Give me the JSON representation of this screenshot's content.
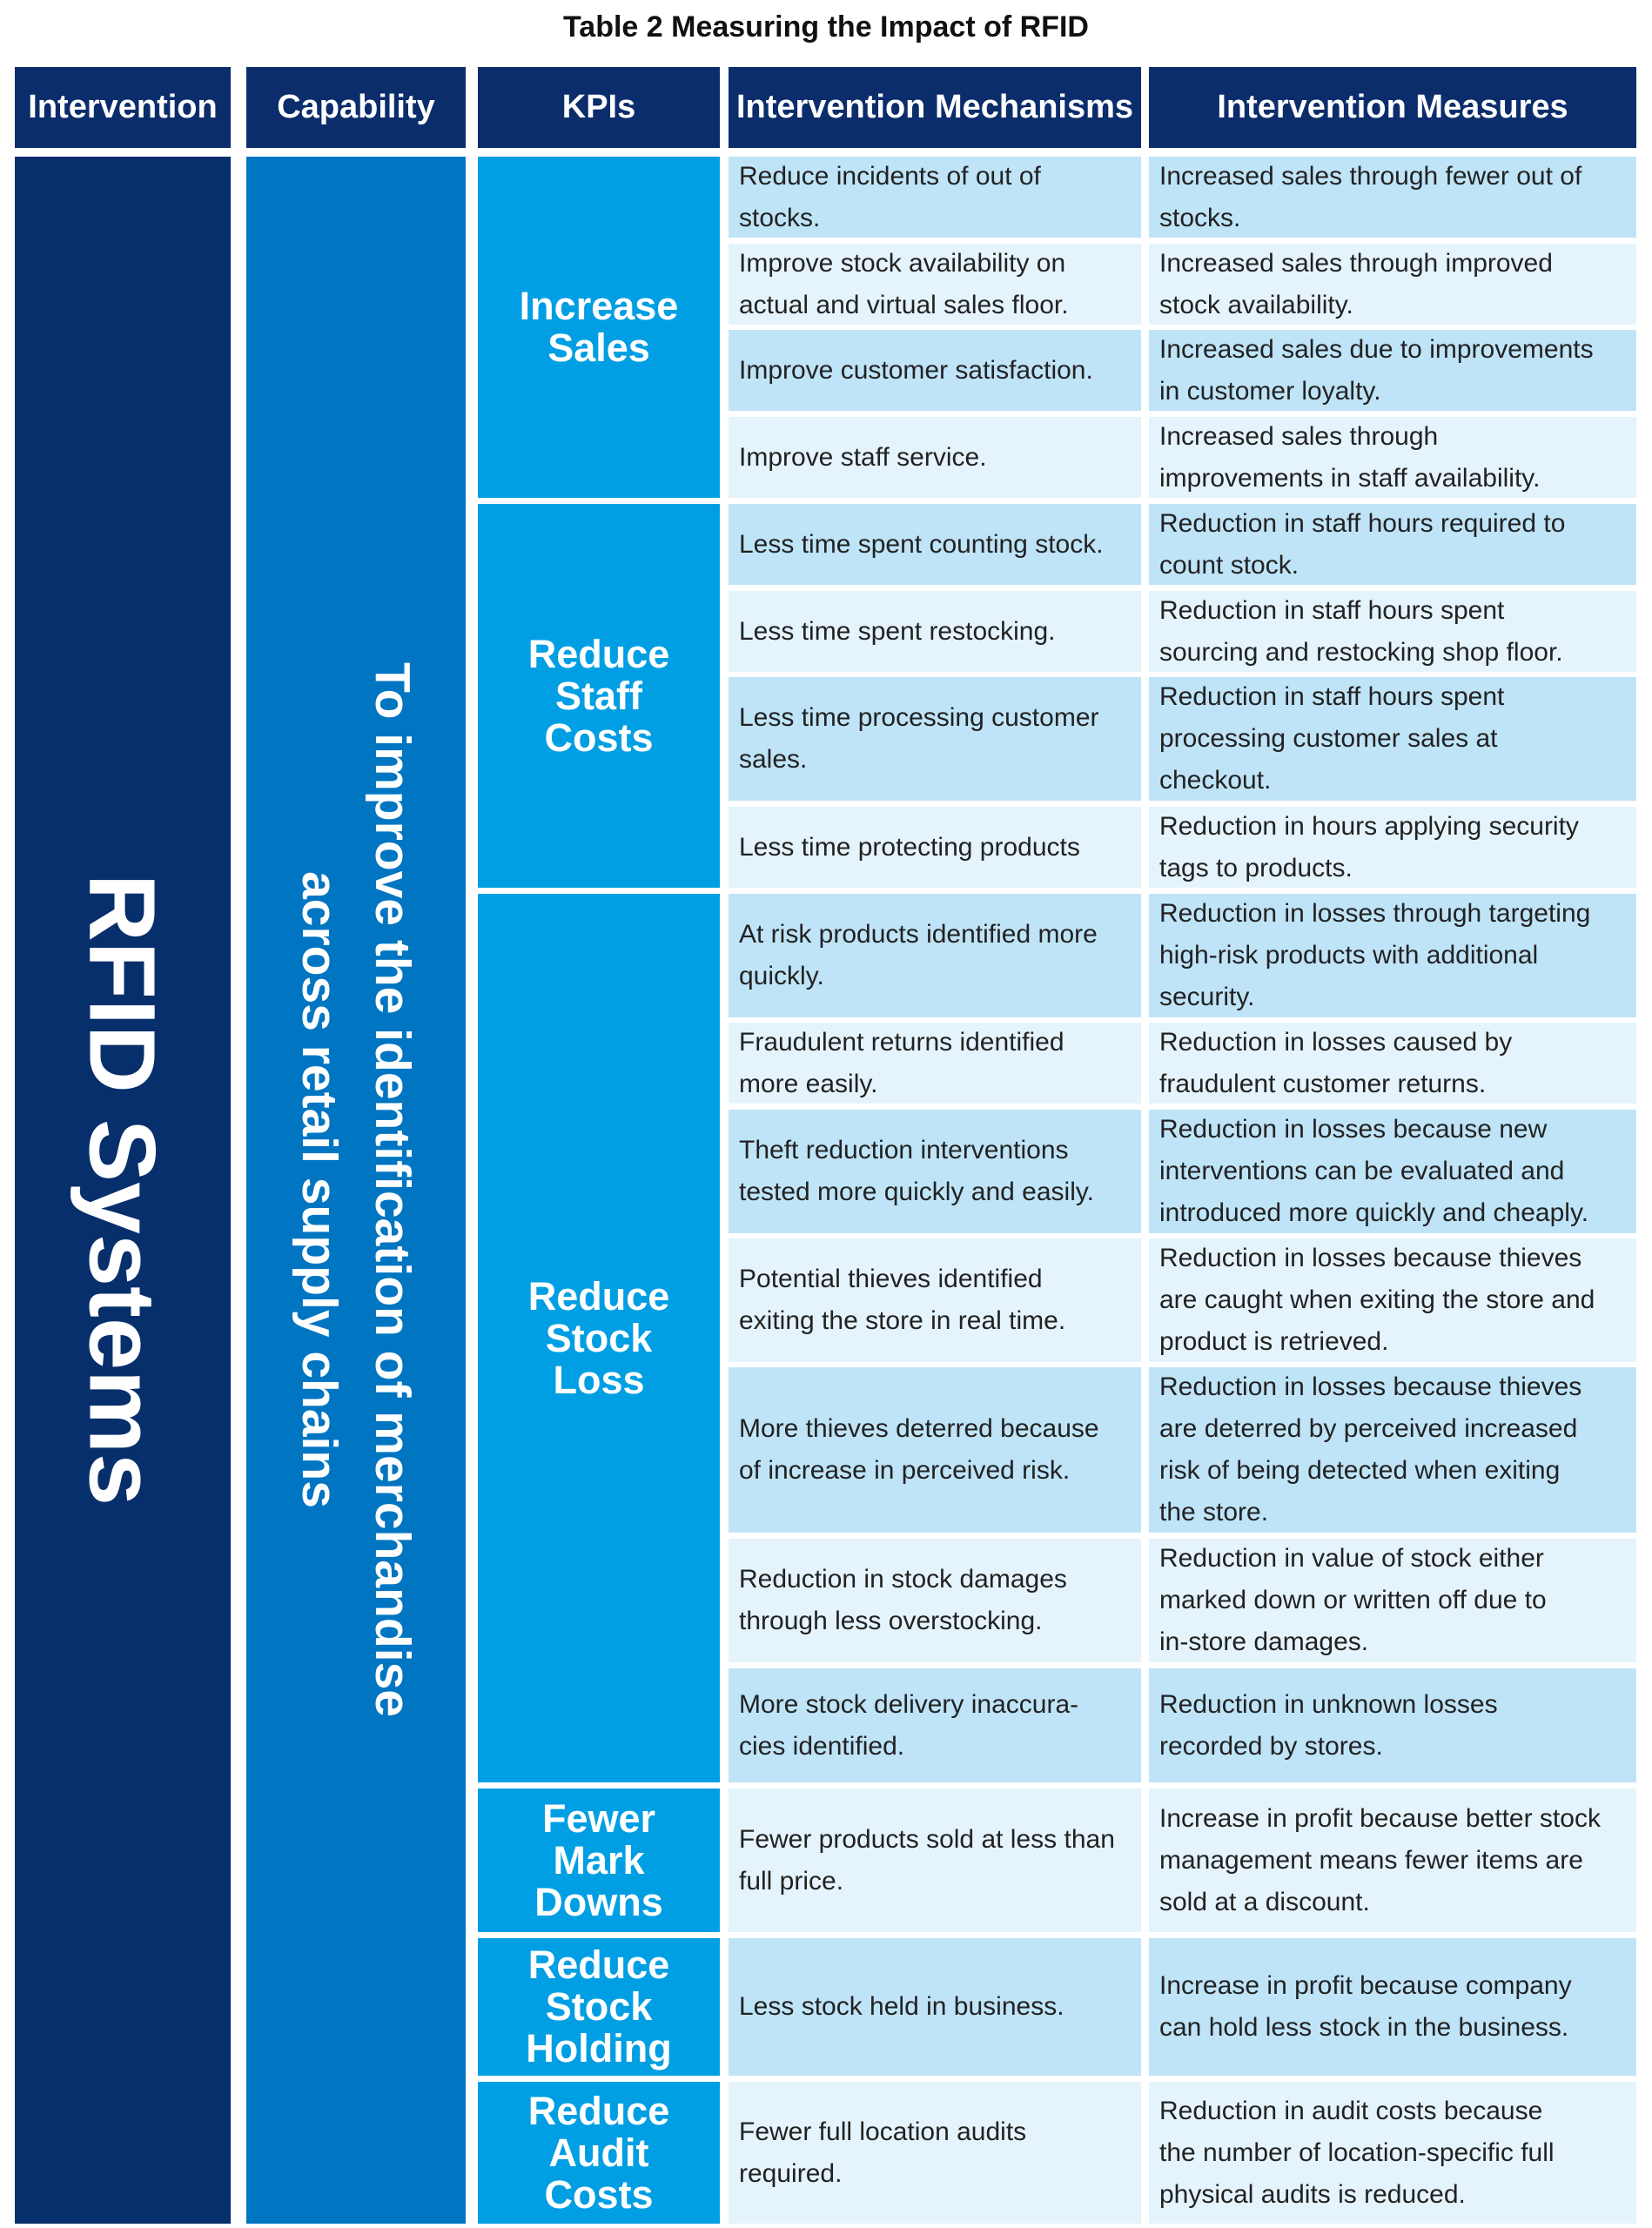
{
  "title": "Table 2 Measuring the Impact of RFID",
  "headers": [
    "Intervention",
    "Capability",
    "KPIs",
    "Intervention Mechanisms",
    "Intervention Measures"
  ],
  "intervention": "RFID Systems",
  "capability": [
    "To improve the identification of merchandise",
    "across retail supply chains"
  ],
  "kpis": [
    {
      "label": [
        "Increase",
        "Sales"
      ]
    },
    {
      "label": [
        "Reduce",
        "Staff",
        "Costs"
      ]
    },
    {
      "label": [
        "Reduce",
        "Stock",
        "Loss"
      ]
    },
    {
      "label": [
        "Fewer",
        "Mark",
        "Downs"
      ]
    },
    {
      "label": [
        "Reduce",
        "Stock",
        "Holding"
      ]
    },
    {
      "label": [
        "Reduce",
        "Audit",
        "Costs"
      ]
    }
  ],
  "rows": [
    {
      "mechanism": [
        "Reduce incidents of out of",
        "stocks."
      ],
      "measure": [
        "Increased sales through fewer out of",
        "stocks."
      ]
    },
    {
      "mechanism": [
        "Improve stock availability on",
        "actual and virtual sales floor."
      ],
      "measure": [
        "Increased sales through improved",
        "stock availability."
      ]
    },
    {
      "mechanism": [
        "Improve customer satisfaction."
      ],
      "measure": [
        "Increased sales due to improvements",
        "in customer loyalty."
      ]
    },
    {
      "mechanism": [
        "Improve staff service."
      ],
      "measure": [
        "Increased sales through",
        "improvements in staff availability."
      ]
    },
    {
      "mechanism": [
        "Less time spent counting stock."
      ],
      "measure": [
        "Reduction in staff hours required to",
        "count stock."
      ]
    },
    {
      "mechanism": [
        "Less time spent restocking."
      ],
      "measure": [
        "Reduction in staff hours spent",
        "sourcing and restocking shop floor."
      ]
    },
    {
      "mechanism": [
        "Less time processing customer",
        "sales."
      ],
      "measure": [
        "Reduction in staff hours spent",
        "processing customer sales at",
        "checkout."
      ]
    },
    {
      "mechanism": [
        "Less time protecting products"
      ],
      "measure": [
        "Reduction in hours applying security",
        "tags to products."
      ]
    },
    {
      "mechanism": [
        "At risk products identified more",
        "quickly."
      ],
      "measure": [
        "Reduction in losses through targeting",
        "high-risk products with additional",
        "security."
      ]
    },
    {
      "mechanism": [
        "Fraudulent returns identified",
        "more easily."
      ],
      "measure": [
        "Reduction in losses caused by",
        "fraudulent customer returns."
      ]
    },
    {
      "mechanism": [
        "Theft reduction interventions",
        "tested more quickly and easily."
      ],
      "measure": [
        "Reduction in losses because new",
        "interventions can be evaluated and",
        "introduced more quickly and cheaply."
      ]
    },
    {
      "mechanism": [
        "Potential thieves identified",
        "exiting the store in real time."
      ],
      "measure": [
        "Reduction in losses because thieves",
        "are caught when exiting the store and",
        "product is retrieved."
      ]
    },
    {
      "mechanism": [
        "More thieves deterred because",
        "of increase in perceived risk."
      ],
      "measure": [
        "Reduction in losses because thieves",
        "are deterred by perceived increased",
        "risk of being detected when exiting",
        "the store."
      ]
    },
    {
      "mechanism": [
        "Reduction in stock damages",
        "through less overstocking."
      ],
      "measure": [
        "Reduction in value of stock either",
        "marked down or written off due to",
        "in-store damages."
      ]
    },
    {
      "mechanism": [
        "More stock delivery inaccura-",
        "cies identified."
      ],
      "measure": [
        "Reduction in unknown losses",
        "recorded by stores."
      ]
    },
    {
      "mechanism": [
        "Fewer products sold at less than",
        "full price."
      ],
      "measure": [
        "Increase in profit because better stock",
        "management means fewer items are",
        "sold at a discount."
      ]
    },
    {
      "mechanism": [
        "Less stock held in business."
      ],
      "measure": [
        "Increase in profit because company",
        "can hold less stock in the business."
      ]
    },
    {
      "mechanism": [
        "Fewer full location audits",
        "required."
      ],
      "measure": [
        "Reduction in audit costs because",
        "the number of location-specific full",
        "physical audits is reduced."
      ]
    }
  ]
}
